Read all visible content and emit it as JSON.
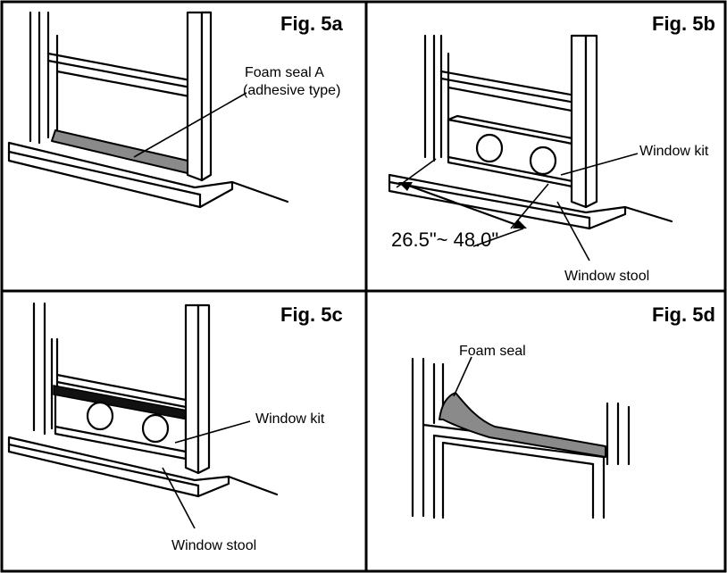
{
  "panels": [
    {
      "title": "Fig. 5a",
      "labels": [
        "Foam seal A",
        "(adhesive type)"
      ]
    },
    {
      "title": "Fig. 5b",
      "labels": [
        "Window kit",
        "Window stool"
      ],
      "dimension": "26.5\"~ 48.0\""
    },
    {
      "title": "Fig. 5c",
      "labels": [
        "Window kit",
        "Window stool"
      ]
    },
    {
      "title": "Fig. 5d",
      "labels": [
        "Foam seal"
      ]
    }
  ],
  "colors": {
    "seal": "#8a8a8a",
    "line": "#000000",
    "background": "#ffffff"
  }
}
